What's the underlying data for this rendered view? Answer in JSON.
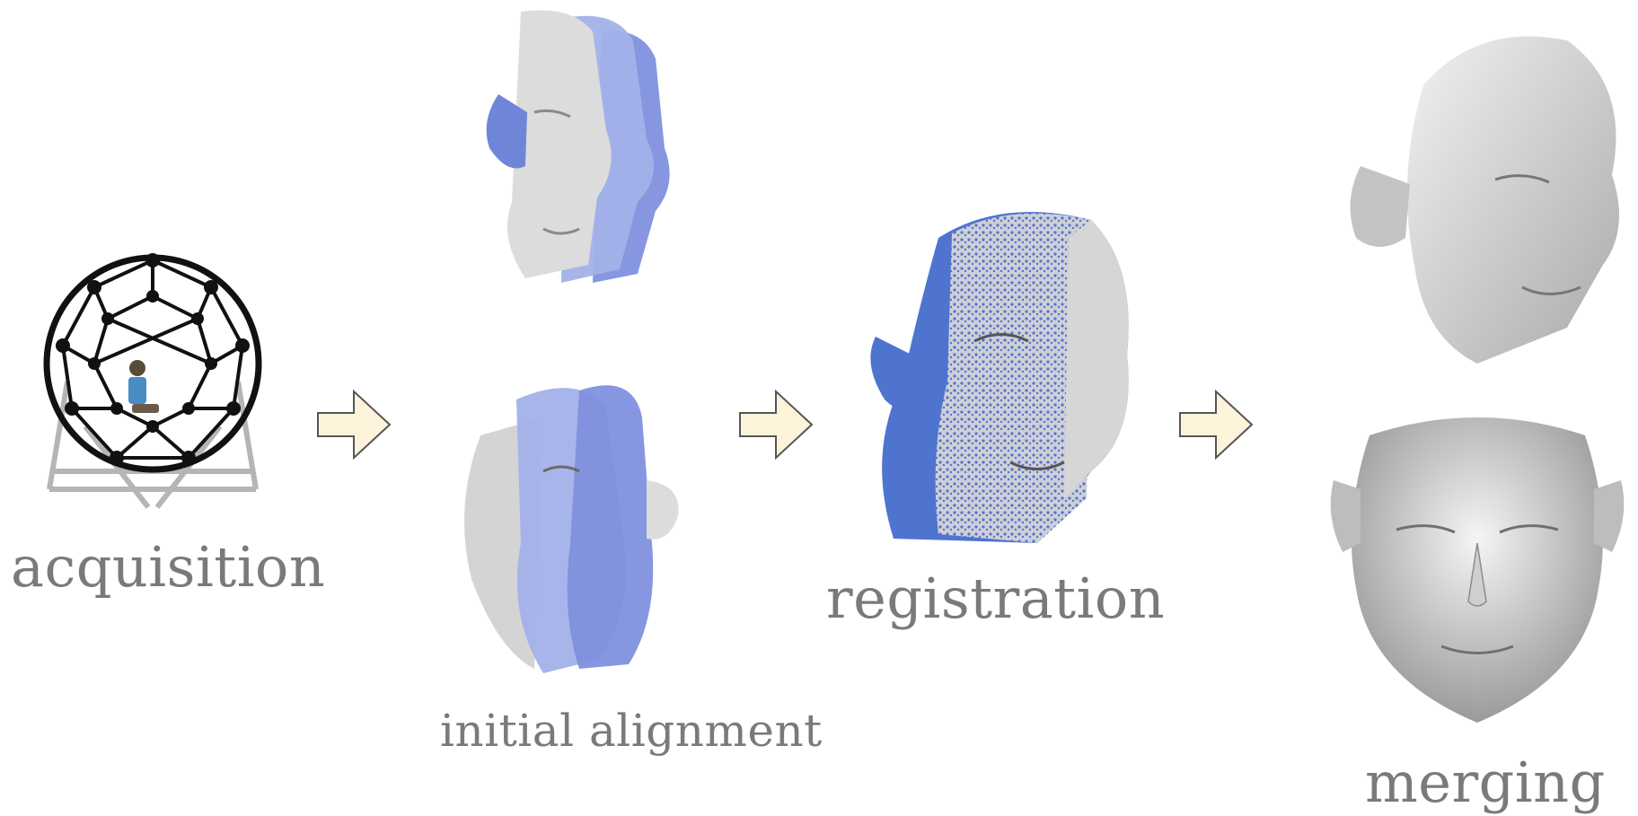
{
  "pipeline": {
    "stages": [
      {
        "id": "acquisition",
        "label": "acquisition"
      },
      {
        "id": "initial-alignment",
        "label": "initial alignment"
      },
      {
        "id": "registration",
        "label": "registration"
      },
      {
        "id": "merging",
        "label": "merging"
      }
    ],
    "arrow_count": 3
  },
  "colors": {
    "label": "#7a7a7a",
    "scan_white": "#d9d9d9",
    "scan_blue": "#8c9ae0",
    "scan_blue_dark": "#4f74d0",
    "arrow_fill": "#fdf3da",
    "arrow_stroke": "#555555"
  }
}
